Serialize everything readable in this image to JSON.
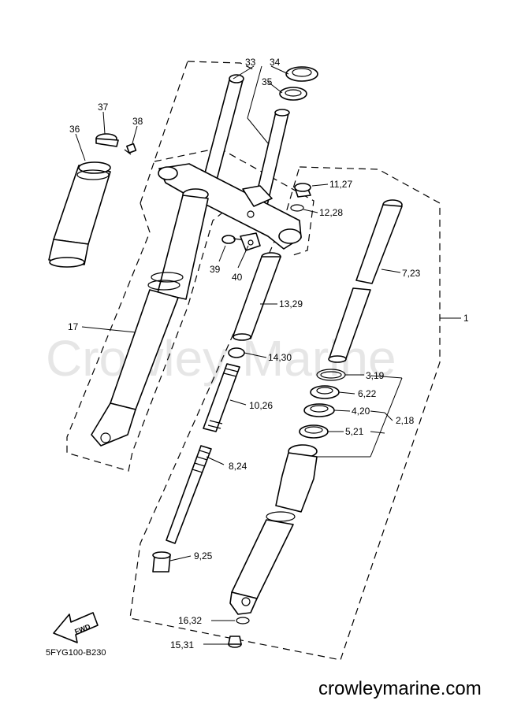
{
  "watermark": "Crowley Marine",
  "footer_url": "crowleymarine.com",
  "diagram_code": "5FYG100-B230",
  "fwd_label": "FWD",
  "labels": {
    "l1": "1",
    "l33": "33",
    "l34": "34",
    "l35": "35",
    "l37": "37",
    "l38": "38",
    "l36": "36",
    "l11_27": "11,27",
    "l12_28": "12,28",
    "l7_23": "7,23",
    "l39": "39",
    "l40": "40",
    "l13_29": "13,29",
    "l17": "17",
    "l14_30": "14,30",
    "l3_19": "3,19",
    "l6_22": "6,22",
    "l10_26": "10,26",
    "l4_20": "4,20",
    "l2_18": "2,18",
    "l5_21": "5,21",
    "l8_24": "8,24",
    "l9_25": "9,25",
    "l16_32": "16,32",
    "l15_31": "15,31"
  }
}
